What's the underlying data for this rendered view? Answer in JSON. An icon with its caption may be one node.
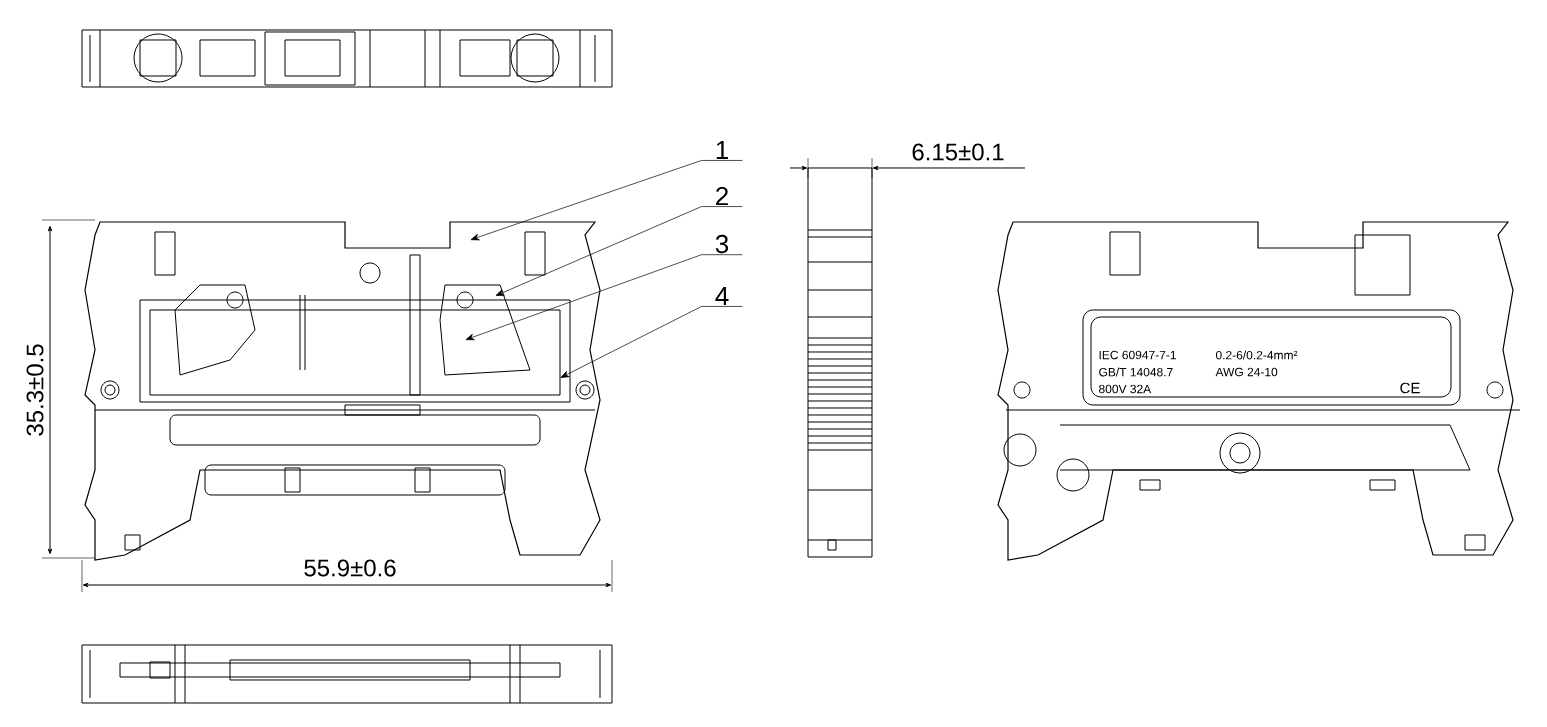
{
  "diagram": {
    "nodes": [
      {
        "text": [
          "1"
        ]
      },
      {
        "text": [
          "2"
        ]
      },
      {
        "text": [
          "3"
        ]
      },
      {
        "text": [
          "4"
        ]
      },
      {
        "text": [
          "IEC 60947-7-1",
          "GB/T 14048.7",
          "800V  32A",
          "0.2-6/0.2-4mm²",
          "AWG 24-10",
          "CE"
        ]
      }
    ],
    "edges": [
      {
        "from": 0,
        "to": null,
        "arrow": "to"
      },
      {
        "from": 1,
        "to": null,
        "arrow": "to"
      },
      {
        "from": 2,
        "to": null,
        "arrow": "to"
      },
      {
        "from": 3,
        "to": null,
        "arrow": "to"
      }
    ],
    "labels": [
      "6.15±0.1",
      "35.3±0.5",
      "55.9±0.6"
    ]
  }
}
